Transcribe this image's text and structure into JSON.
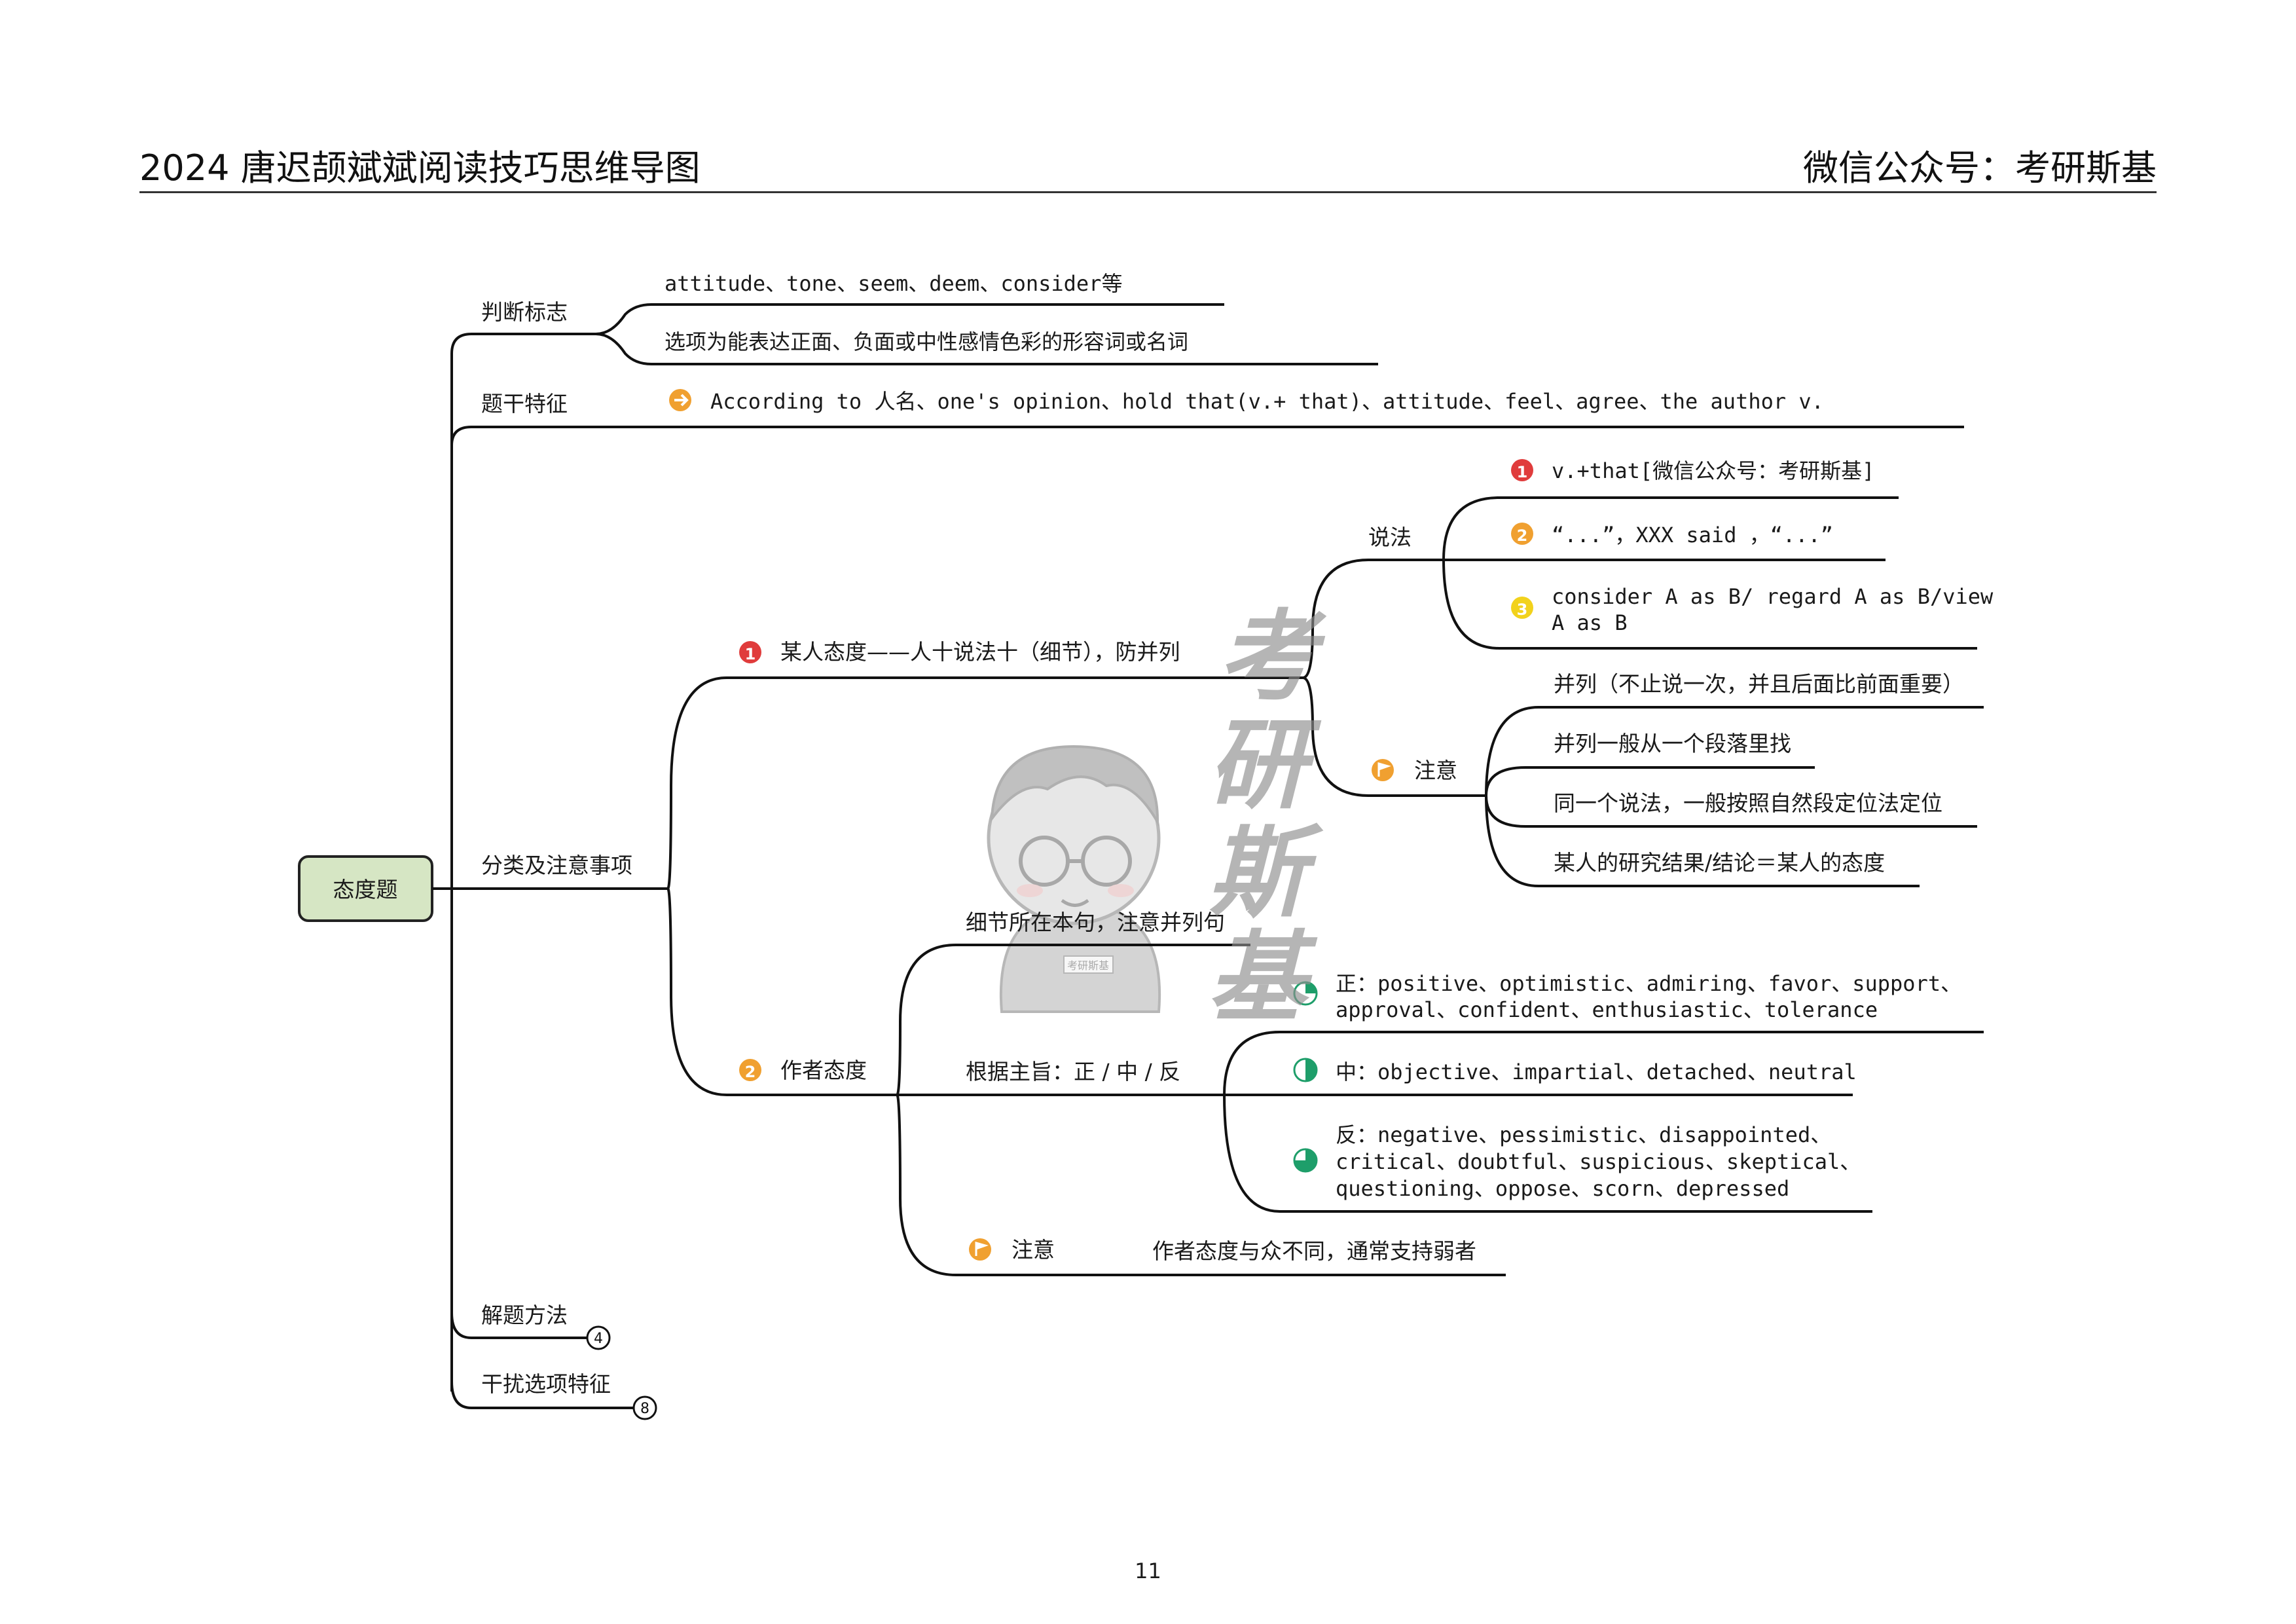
{
  "header": {
    "title": "2024 唐迟颉斌斌阅读技巧思维导图",
    "account": "微信公众号：考研斯基"
  },
  "root": {
    "label": "态度题"
  },
  "branches": {
    "judge": {
      "label": "判断标志",
      "items": [
        "attitude、tone、seem、deem、consider等",
        "选项为能表达正面、负面或中性感情色彩的形容词或名词"
      ]
    },
    "stem": {
      "label": "题干特征",
      "item": "According to 人名、one's opinion、hold that(v.+ that)、attitude、feel、agree、the author v."
    },
    "classify": {
      "label": "分类及注意事项",
      "someone": {
        "num": "1",
        "label": "某人态度——人十说法十（细节），防并列",
        "sayings": {
          "label": "说法",
          "items": [
            {
              "num": "1",
              "text": "v.+that[微信公众号：考研斯基]"
            },
            {
              "num": "2",
              "text": "“...”，XXX said ，“...”"
            },
            {
              "num": "3",
              "text1": "consider A as B/ regard A as B/view",
              "text2": "A as B"
            }
          ]
        },
        "notes": {
          "label": "注意",
          "items": [
            "并列（不止说一次，并且后面比前面重要）",
            "并列一般从一个段落里找",
            "同一个说法，一般按照自然段定位法定位",
            "某人的研究结果/结论＝某人的态度"
          ]
        }
      },
      "author": {
        "num": "2",
        "label": "作者态度",
        "detail": "细节所在本句，注意并列句",
        "theme": {
          "label": "根据主旨：正 / 中 / 反",
          "positive": [
            "正：positive、optimistic、admiring、favor、support、",
            "approval、confident、enthusiastic、tolerance"
          ],
          "neutral": "中：objective、impartial、detached、neutral",
          "negative": [
            "反：negative、pessimistic、disappointed、",
            "critical、doubtful、suspicious、skeptical、",
            "questioning、oppose、scorn、depressed"
          ]
        },
        "note": {
          "label": "注意",
          "text": "作者态度与众不同，通常支持弱者"
        }
      }
    },
    "method": {
      "label": "解题方法",
      "count": "4"
    },
    "distractor": {
      "label": "干扰选项特征",
      "count": "8"
    }
  },
  "watermark": {
    "chars": [
      "考",
      "研",
      "斯",
      "基"
    ],
    "badge": "考研斯基"
  },
  "page_number": "11",
  "colors": {
    "root_fill": "#d6e6c4",
    "red": "#e03c3c",
    "orange": "#f0a030",
    "yellow": "#f2d21c",
    "green": "#1e9e6a"
  }
}
